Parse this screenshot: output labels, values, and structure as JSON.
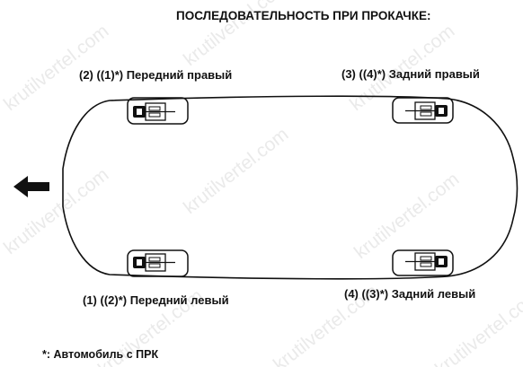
{
  "title": "ПОСЛЕДОВАТЕЛЬНОСТЬ ПРИ ПРОКАЧКЕ:",
  "wheels": {
    "front_right": "(2) ((1)*) Передний правый",
    "rear_right": "(3) ((4)*) Задний правый",
    "front_left": "(1) ((2)*) Передний левый",
    "rear_left": "(4) ((3)*) Задний левый"
  },
  "footnote": "*: Автомобиль с ПРК",
  "watermark": "krutilvertel.com",
  "icons": {
    "direction": "arrow-left-icon",
    "caliper": "brake-caliper-icon"
  },
  "colors": {
    "ink": "#111111",
    "watermark": "#d9d9d9"
  }
}
